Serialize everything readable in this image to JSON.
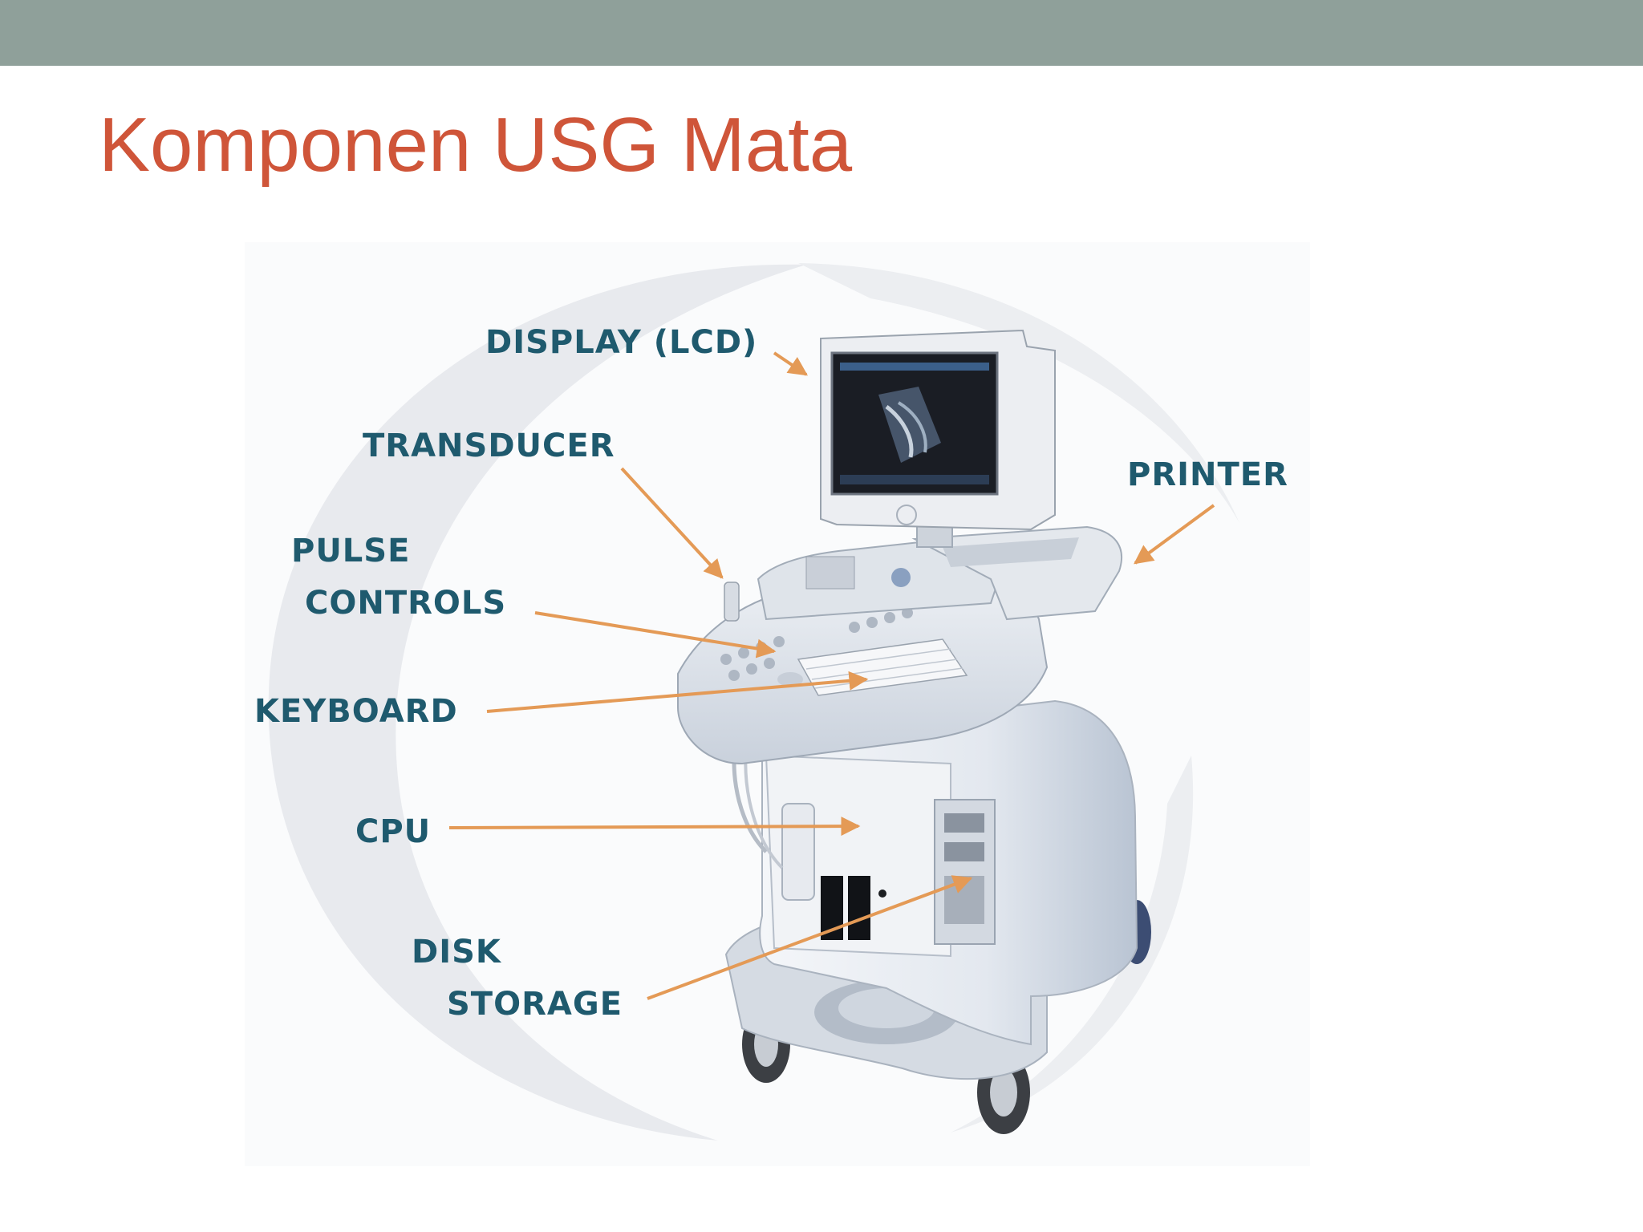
{
  "slide": {
    "title": "Komponen USG Mata"
  },
  "diagram": {
    "labels": {
      "display": "DISPLAY (LCD)",
      "transducer": "TRANSDUCER",
      "printer": "PRINTER",
      "pulse": "PULSE",
      "controls": "CONTROLS",
      "keyboard": "KEYBOARD",
      "cpu": "CPU",
      "disk": "DISK",
      "storage": "STORAGE"
    }
  },
  "colors": {
    "top_band": "#8fa09a",
    "title": "#cf5539",
    "label": "#1f5a6e",
    "arrow": "#e49a56"
  }
}
